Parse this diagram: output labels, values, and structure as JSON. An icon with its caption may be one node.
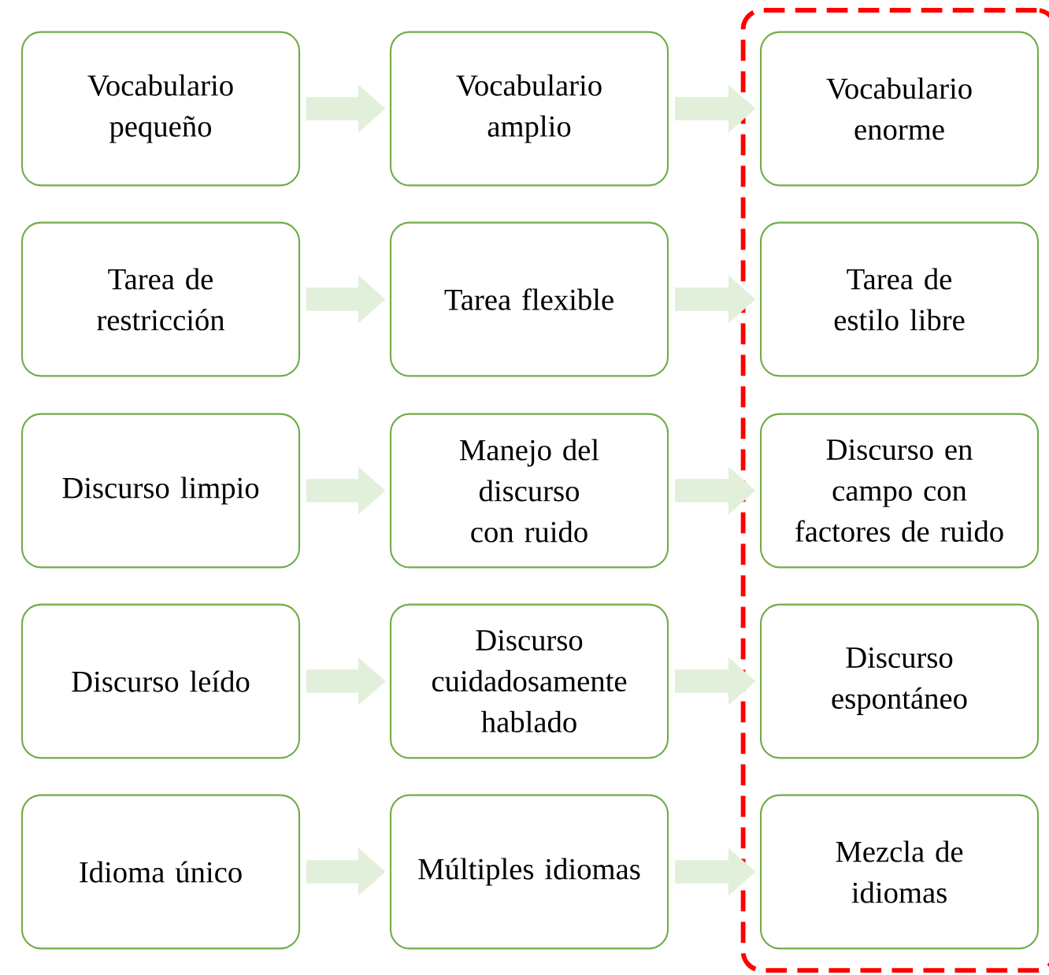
{
  "diagram": {
    "nodes": [
      {
        "text": [],
        "shape": "box"
      },
      {
        "text": [
          "Vocabulario pequeño"
        ]
      },
      {
        "text": [
          "Vocabulario amplio"
        ]
      },
      {
        "text": [
          "Vocabulario enorme"
        ],
        "in": 0
      },
      {
        "text": [
          "Tarea de restricción"
        ]
      },
      {
        "text": [
          "Tarea flexible"
        ]
      },
      {
        "text": [
          "Tarea de estilo libre"
        ],
        "in": 0
      },
      {
        "text": [
          "Discurso limpio"
        ]
      },
      {
        "text": [
          "Manejo del discurso con ruido"
        ]
      },
      {
        "text": [
          "Discurso en campo con factores de ruido"
        ],
        "in": 0
      },
      {
        "text": [
          "Discurso leído"
        ]
      },
      {
        "text": [
          "Discurso cuidadosamente hablado"
        ]
      },
      {
        "text": [
          "Discurso espontáneo"
        ],
        "in": 0
      },
      {
        "text": [
          "Idioma único"
        ]
      },
      {
        "text": [
          "Múltiples idiomas"
        ]
      },
      {
        "text": [
          "Mezcla de idiomas"
        ],
        "in": 0
      }
    ],
    "edges": [
      {
        "from": 1,
        "to": 2,
        "arrow": "to"
      },
      {
        "from": 2,
        "to": 3,
        "arrow": "to"
      },
      {
        "from": 4,
        "to": 5,
        "arrow": "to"
      },
      {
        "from": 5,
        "to": 6,
        "arrow": "to"
      },
      {
        "from": 7,
        "to": 8,
        "arrow": "to"
      },
      {
        "from": 8,
        "to": 9,
        "arrow": "to"
      },
      {
        "from": 10,
        "to": 11,
        "arrow": "to"
      },
      {
        "from": 11,
        "to": 12,
        "arrow": "to"
      },
      {
        "from": 13,
        "to": 14,
        "arrow": "to"
      },
      {
        "from": 14,
        "to": 15,
        "arrow": "to"
      }
    ]
  }
}
